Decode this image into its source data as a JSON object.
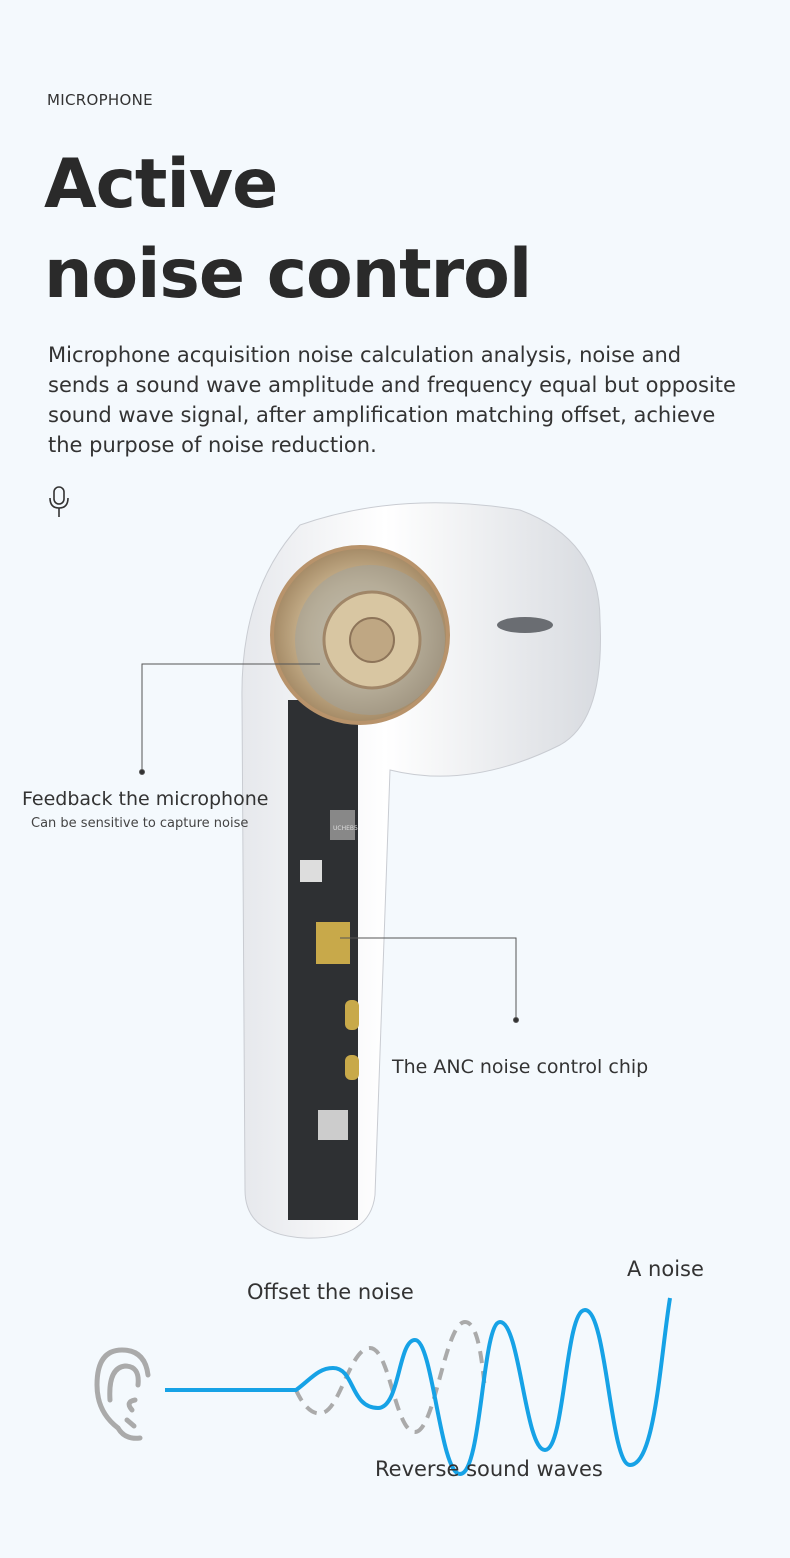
{
  "header": {
    "eyebrow": "MICROPHONE",
    "title_line1": "Active",
    "title_line2": "noise control",
    "description": "Microphone acquisition noise calculation analysis, noise and sends a sound wave amplitude and frequency equal but opposite sound wave signal, after amplification matching offset, achieve the purpose of noise reduction."
  },
  "callouts": {
    "feedback_mic_title": "Feedback the microphone",
    "feedback_mic_sub": "Can be sensitive to capture noise",
    "anc_chip": "The ANC noise control chip",
    "chip_marking": "UCHEB5"
  },
  "diagram": {
    "offset_label": "Offset the noise",
    "noise_label": "A noise",
    "reverse_label": "Reverse sound waves",
    "wave_color": "#16a2e6",
    "reverse_color": "#aaaaaa"
  }
}
